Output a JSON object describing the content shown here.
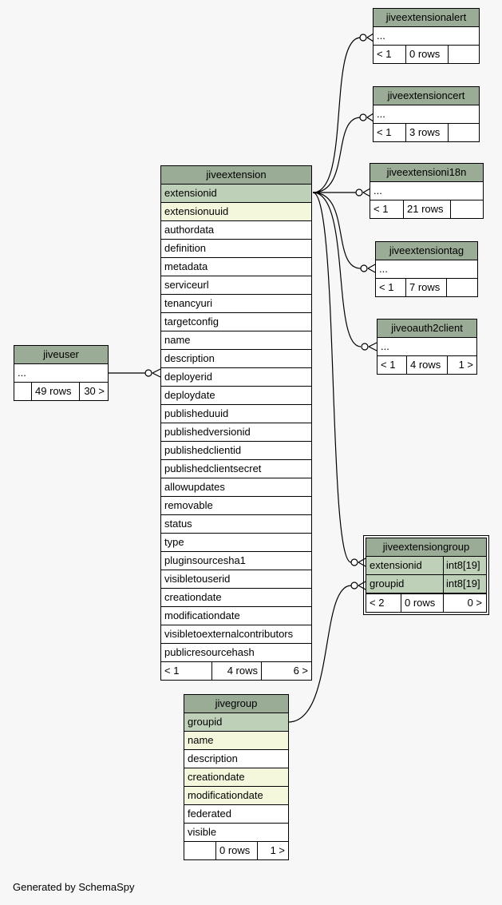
{
  "footer": "Generated by SchemaSpy",
  "tables": {
    "jiveextensionalert": {
      "name": "jiveextensionalert",
      "rows": [
        "..."
      ],
      "footer": [
        "< 1",
        "0 rows",
        ""
      ]
    },
    "jiveextensioncert": {
      "name": "jiveextensioncert",
      "rows": [
        "..."
      ],
      "footer": [
        "< 1",
        "3 rows",
        ""
      ]
    },
    "jiveextensioni18n": {
      "name": "jiveextensioni18n",
      "rows": [
        "..."
      ],
      "footer": [
        "< 1",
        "21 rows",
        ""
      ]
    },
    "jiveextensiontag": {
      "name": "jiveextensiontag",
      "rows": [
        "..."
      ],
      "footer": [
        "< 1",
        "7 rows",
        ""
      ]
    },
    "jiveoauth2client": {
      "name": "jiveoauth2client",
      "rows": [
        "..."
      ],
      "footer": [
        "< 1",
        "4 rows",
        "1 >"
      ]
    },
    "jiveuser": {
      "name": "jiveuser",
      "rows": [
        "..."
      ],
      "footer": [
        "",
        "49 rows",
        "30 >"
      ]
    },
    "jiveextension": {
      "name": "jiveextension",
      "rows": [
        "extensionid",
        "extensionuuid",
        "authordata",
        "definition",
        "metadata",
        "serviceurl",
        "tenancyuri",
        "targetconfig",
        "name",
        "description",
        "deployerid",
        "deploydate",
        "publisheduuid",
        "publishedversionid",
        "publishedclientid",
        "publishedclientsecret",
        "allowupdates",
        "removable",
        "status",
        "type",
        "pluginsourcesha1",
        "visibletouserid",
        "creationdate",
        "modificationdate",
        "visibletoexternalcontributors",
        "publicresourcehash"
      ],
      "footer": [
        "< 1",
        "4 rows",
        "6 >"
      ]
    },
    "jiveextensiongroup": {
      "name": "jiveextensiongroup",
      "rows": [
        {
          "name": "extensionid",
          "type": "int8[19]"
        },
        {
          "name": "groupid",
          "type": "int8[19]"
        }
      ],
      "footer": [
        "< 2",
        "0 rows",
        "0 >"
      ]
    },
    "jivegroup": {
      "name": "jivegroup",
      "rows": [
        "groupid",
        "name",
        "description",
        "creationdate",
        "modificationdate",
        "federated",
        "visible"
      ],
      "footer": [
        "",
        "0 rows",
        "1 >"
      ]
    }
  }
}
